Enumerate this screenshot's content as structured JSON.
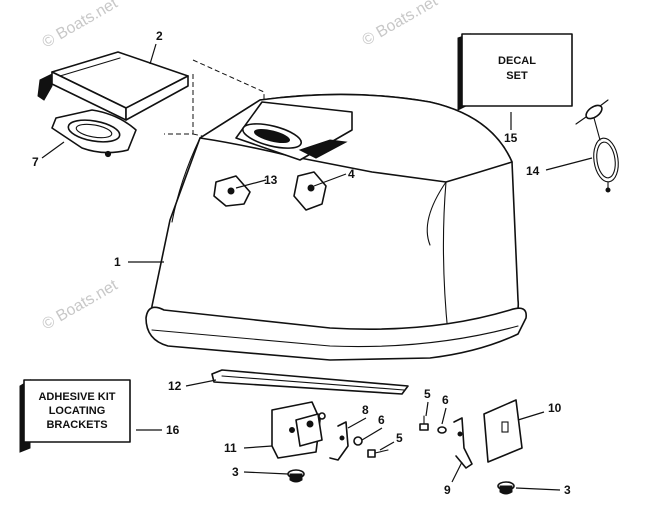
{
  "watermark": "© Boats.net",
  "decal_box": {
    "line1": "DECAL",
    "line2": "SET"
  },
  "adhesive_box": {
    "line1": "ADHESIVE KIT",
    "line2": "LOCATING",
    "line3": "BRACKETS"
  },
  "callouts": {
    "c1": "1",
    "c2": "2",
    "c3a": "3",
    "c3b": "3",
    "c4": "4",
    "c5a": "5",
    "c5b": "5",
    "c6a": "6",
    "c6b": "6",
    "c7": "7",
    "c8": "8",
    "c9": "9",
    "c10": "10",
    "c11": "11",
    "c12": "12",
    "c13": "13",
    "c14": "14",
    "c15": "15",
    "c16": "16"
  },
  "colors": {
    "ink": "#111111",
    "watermark": "#c8c8c8",
    "paper": "#ffffff"
  }
}
